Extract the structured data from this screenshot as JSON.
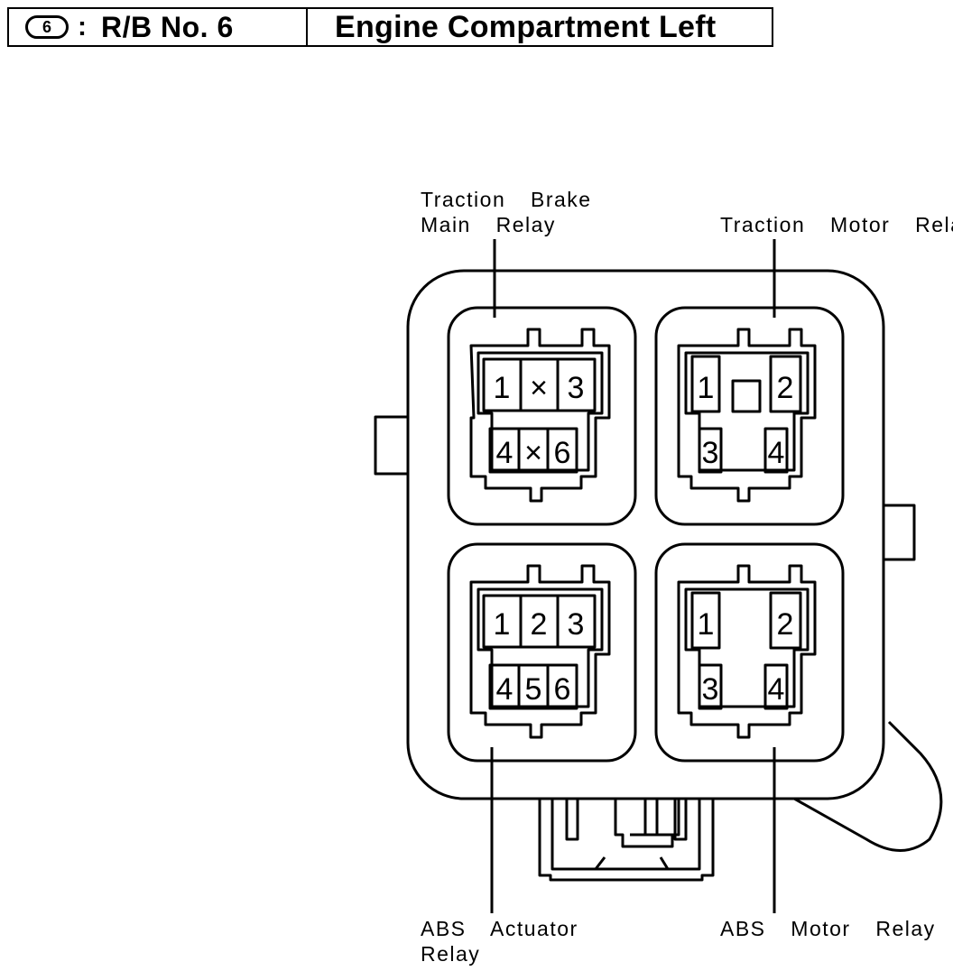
{
  "header": {
    "badge": "6",
    "separator": ":",
    "code": "R/B No. 6",
    "title": "Engine Compartment Left"
  },
  "labels": {
    "traction_brake_main_relay_1": "Traction  Brake",
    "traction_brake_main_relay_2": "Main  Relay",
    "traction_motor_relay": "Traction  Motor  Relay",
    "abs_actuator_relay_1": "ABS  Actuator",
    "abs_actuator_relay_2": "Relay",
    "abs_motor_relay": "ABS  Motor  Relay"
  },
  "relays": {
    "traction_brake_main": {
      "pins": [
        "1",
        "3",
        "4",
        "6"
      ],
      "empty": [
        "×",
        "×"
      ]
    },
    "traction_motor": {
      "pins": [
        "1",
        "2",
        "3",
        "4"
      ]
    },
    "abs_actuator": {
      "pins": [
        "1",
        "2",
        "3",
        "4",
        "5",
        "6"
      ]
    },
    "abs_motor": {
      "pins": [
        "1",
        "2",
        "3",
        "4"
      ]
    }
  }
}
